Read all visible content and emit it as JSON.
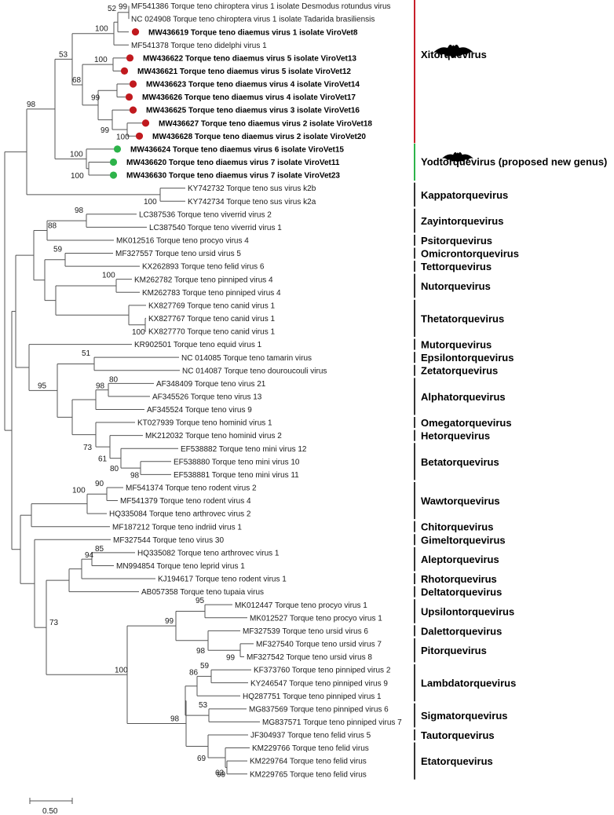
{
  "leaves": {
    "L1": {
      "label": "MF541386 Torque teno chiroptera virus 1 isolate Desmodus rotundus virus"
    },
    "L2": {
      "label": "NC 024908 Torque teno chiroptera virus 1 isolate Tadarida brasiliensis"
    },
    "L3": {
      "label": "MW436619 Torque teno diaemus virus 1 isolate ViroVet8",
      "bold": true,
      "marker": "red"
    },
    "L4": {
      "label": "MF541378 Torque teno didelphi virus 1"
    },
    "L5": {
      "label": "MW436622 Torque teno diaemus virus 5 isolate ViroVet13",
      "bold": true,
      "marker": "red"
    },
    "L6": {
      "label": "MW436621 Torque teno diaemus virus 5 isolate ViroVet12",
      "bold": true,
      "marker": "red"
    },
    "L7": {
      "label": "MW436623 Torque teno diaemus virus 4 isolate ViroVet14",
      "bold": true,
      "marker": "red"
    },
    "L8": {
      "label": "MW436626 Torque teno diaemus virus 4 isolate ViroVet17",
      "bold": true,
      "marker": "red"
    },
    "L9": {
      "label": "MW436625 Torque teno diaemus virus 3 isolate ViroVet16",
      "bold": true,
      "marker": "red"
    },
    "L10": {
      "label": "MW436627 Torque teno diaemus virus 2 isolate ViroVet18",
      "bold": true,
      "marker": "red"
    },
    "L11": {
      "label": "MW436628 Torque teno diaemus virus 2 isolate ViroVet20",
      "bold": true,
      "marker": "red"
    },
    "L12": {
      "label": "MW436624 Torque teno diaemus virus 6 isolate ViroVet15",
      "bold": true,
      "marker": "green"
    },
    "L13": {
      "label": "MW436620 Torque teno diaemus virus 7 isolate ViroVet11",
      "bold": true,
      "marker": "green"
    },
    "L14": {
      "label": "MW436630 Torque teno diaemus virus 7 isolate ViroVet23",
      "bold": true,
      "marker": "green"
    },
    "L15": {
      "label": "KY742732 Torque teno sus virus k2b"
    },
    "L16": {
      "label": "KY742734 Torque teno sus virus k2a"
    },
    "L17": {
      "label": "LC387536 Torque teno viverrid virus 2"
    },
    "L18": {
      "label": "LC387540 Torque teno viverrid virus 1"
    },
    "L19": {
      "label": "MK012516 Torque teno procyo virus 4"
    },
    "L20": {
      "label": "MF327557 Torque teno ursid virus 5"
    },
    "L21": {
      "label": "KX262893 Torque teno felid virus 6"
    },
    "L22": {
      "label": "KM262782 Torque teno pinniped virus 4"
    },
    "L23": {
      "label": "KM262783 Torque teno pinniped virus 4"
    },
    "L24": {
      "label": "KX827769 Torque teno canid virus 1"
    },
    "L25": {
      "label": "KX827767 Torque teno canid virus 1"
    },
    "L26": {
      "label": "KX827770 Torque teno canid virus 1"
    },
    "L27": {
      "label": "KR902501 Torque teno equid virus 1"
    },
    "L28": {
      "label": "NC 014085 Torque teno tamarin virus"
    },
    "L29": {
      "label": "NC 014087 Torque teno douroucouli virus"
    },
    "L30": {
      "label": "AF348409 Torque teno virus 21"
    },
    "L31": {
      "label": "AF345526 Torque teno virus 13"
    },
    "L32": {
      "label": "AF345524 Torque teno virus 9"
    },
    "L33": {
      "label": "KT027939 Torque teno hominid virus 1"
    },
    "L34": {
      "label": "MK212032 Torque teno hominid virus 2"
    },
    "L35": {
      "label": "EF538882 Torque teno mini virus 12"
    },
    "L36": {
      "label": "EF538880 Torque teno mini virus 10"
    },
    "L37": {
      "label": "EF538881 Torque teno mini virus 11"
    },
    "L38": {
      "label": "MF541374 Torque teno rodent virus 2"
    },
    "L39": {
      "label": "MF541379 Torque teno rodent virus 4"
    },
    "L40": {
      "label": "HQ335084 Torque teno arthrovec virus 2"
    },
    "L41": {
      "label": "MF187212 Torque teno indriid virus 1"
    },
    "L42": {
      "label": "MF327544 Torque teno virus 30"
    },
    "L43": {
      "label": "HQ335082 Torque teno arthrovec virus 1"
    },
    "L44": {
      "label": "MN994854 Torque teno leprid virus 1"
    },
    "L45": {
      "label": "KJ194617 Torque teno rodent virus 1"
    },
    "L46": {
      "label": "AB057358 Torque teno tupaia virus"
    },
    "L47": {
      "label": "MK012447 Torque teno procyo virus 1"
    },
    "L48": {
      "label": "MK012527 Torque teno procyo virus 1"
    },
    "L49": {
      "label": "MF327539 Torque teno ursid virus 6"
    },
    "L50": {
      "label": "MF327540 Torque teno ursid virus 7"
    },
    "L51": {
      "label": "MF327542 Torque teno ursid virus 8"
    },
    "L52": {
      "label": "KF373760 Torque teno pinniped virus 2"
    },
    "L53": {
      "label": "KY246547 Torque teno pinniped virus 9"
    },
    "L54": {
      "label": "HQ287751 Torque teno pinniped virus 1"
    },
    "L55": {
      "label": "MG837569 Torque teno pinniped virus 6"
    },
    "L56": {
      "label": "MG837571 Torque teno pinniped virus 7"
    },
    "L57": {
      "label": "JF304937  Torque teno felid virus 5"
    },
    "L58": {
      "label": "KM229766 Torque teno felid virus"
    },
    "L59": {
      "label": "KM229764 Torque teno felid virus"
    },
    "L60": {
      "label": "KM229765 Torque teno felid virus"
    }
  },
  "bootstraps": {
    "n_1_2": "99",
    "n_1_3": "52",
    "n_A": "100",
    "n_5_6": "100",
    "n_7_8": "99",
    "n_10_11": "100",
    "n_9_11": "99",
    "n_5_11": "68",
    "n_A_B": "53",
    "n_13_14": "100",
    "n_12_14": "100",
    "n_bat": "98",
    "n_15_16": "100",
    "n_17_18": "98",
    "n_17_19": "88",
    "n_20_21": "59",
    "n_22_23": "100",
    "n_25_26": "100",
    "n_28_29": "51",
    "n_30_31": "80",
    "n_30_32": "98",
    "n_28_37": "95",
    "n_36_37": "98",
    "n_35_37": "80",
    "n_34_37": "61",
    "n_33_37": "73",
    "n_38_39": "90",
    "n_38_40": "100",
    "n_43_44": "85",
    "n_43_45": "94",
    "n_43_60": "73",
    "n_47_48": "95",
    "n_47_51": "99",
    "n_50_51": "99",
    "n_49_51": "98",
    "n_52_53": "59",
    "n_52_54": "86",
    "n_47_60": "100",
    "n_55_56": "53",
    "n_52_60": "98",
    "n_59_60": "99",
    "n_58_60": "63",
    "n_57_60": "69"
  },
  "genera": [
    {
      "name": "Xitorquevirus",
      "color": "#c8202a",
      "icon": "bat-silhouette-icon"
    },
    {
      "name": "Yodtorquevirus (proposed new genus)",
      "color": "#2db34a",
      "icon": "bat-silhouette-icon"
    },
    {
      "name": "Kappatorquevirus",
      "color": "#000000"
    },
    {
      "name": "Zayintorquevirus",
      "color": "#000000"
    },
    {
      "name": "Psitorquevirus",
      "color": "#000000"
    },
    {
      "name": "Omicrontorquevirus",
      "color": "#000000"
    },
    {
      "name": "Tettorquevirus",
      "color": "#000000"
    },
    {
      "name": "Nutorquevirus",
      "color": "#000000"
    },
    {
      "name": "Thetatorquevirus",
      "color": "#000000"
    },
    {
      "name": "Mutorquevirus",
      "color": "#000000"
    },
    {
      "name": "Epsilontorquevirus",
      "color": "#000000"
    },
    {
      "name": "Zetatorquevirus",
      "color": "#000000"
    },
    {
      "name": "Alphatorquevirus",
      "color": "#000000"
    },
    {
      "name": "Omegatorquevirus",
      "color": "#000000"
    },
    {
      "name": "Hetorquevirus",
      "color": "#000000"
    },
    {
      "name": "Betatorquevirus",
      "color": "#000000"
    },
    {
      "name": "Wawtorquevirus",
      "color": "#000000"
    },
    {
      "name": "Chitorquevirus",
      "color": "#000000"
    },
    {
      "name": "Gimeltorquevirus",
      "color": "#000000"
    },
    {
      "name": "Aleptorquevirus",
      "color": "#000000"
    },
    {
      "name": "Rhotorquevirus",
      "color": "#000000"
    },
    {
      "name": "Deltatorquevirus",
      "color": "#000000"
    },
    {
      "name": "Upsilontorquevirus",
      "color": "#000000"
    },
    {
      "name": "Dalettorquevirus",
      "color": "#000000"
    },
    {
      "name": "Pitorquevirus",
      "color": "#000000"
    },
    {
      "name": "Lambdatorquevirus",
      "color": "#000000"
    },
    {
      "name": "Sigmatorquevirus",
      "color": "#000000"
    },
    {
      "name": "Tautorquevirus",
      "color": "#000000"
    },
    {
      "name": "Etatorquevirus",
      "color": "#000000"
    }
  ],
  "scale_bar": {
    "label": "0.50"
  },
  "colors": {
    "branch": "#555555",
    "marker_red": "#c0191e",
    "marker_green": "#2db34a",
    "xito_bar": "#c8202a",
    "yodto_bar": "#2db34a"
  }
}
